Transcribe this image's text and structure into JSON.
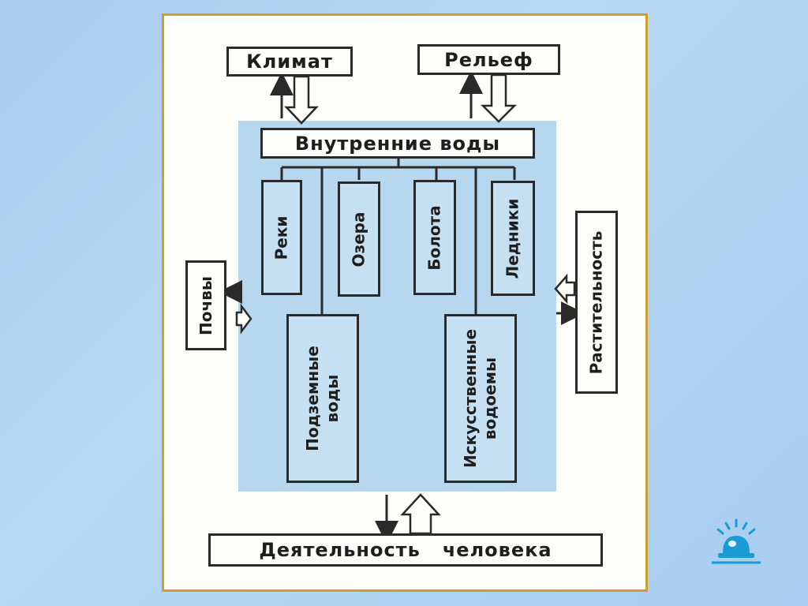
{
  "diagram": {
    "climate": "Климат",
    "relief": "Рельеф",
    "inner_waters": "Внутренние воды",
    "rivers": "Реки",
    "lakes": "Озера",
    "swamps": "Болота",
    "glaciers": "Ледники",
    "groundwater": "Подземные\nводы",
    "reservoirs": "Искусственные\nводоемы",
    "soils": "Почвы",
    "vegetation": "Растительность",
    "human_activity": "Деятельность   человека"
  },
  "colors": {
    "frame_border": "#c9a227",
    "panel": "#b7d7ef",
    "slide_bg": "#abcff0",
    "alarm_icon": "#1a9bd6"
  },
  "icons": {
    "navigation": "alarm-bell-icon"
  }
}
